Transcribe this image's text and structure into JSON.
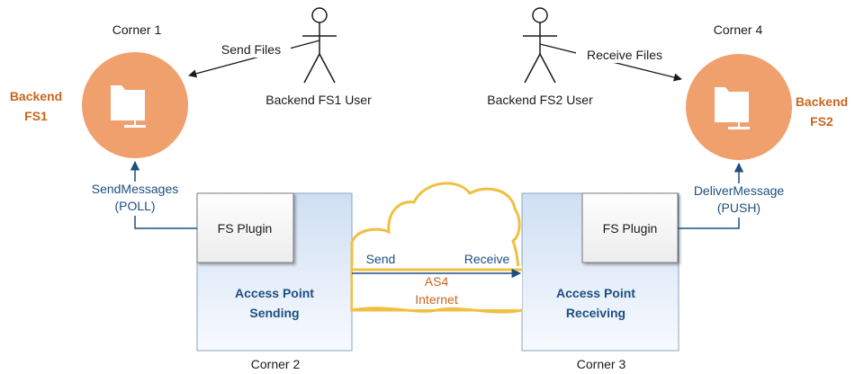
{
  "corners": {
    "c1": "Corner 1",
    "c2": "Corner 2",
    "c3": "Corner 3",
    "c4": "Corner 4"
  },
  "backends": {
    "fs1_line1": "Backend",
    "fs1_line2": "FS1",
    "fs2_line1": "Backend",
    "fs2_line2": "FS2"
  },
  "users": {
    "user1": "Backend FS1 User",
    "user2": "Backend FS2 User"
  },
  "edges": {
    "send_files": "Send Files",
    "receive_files": "Receive Files",
    "send_messages_l1": "SendMessages",
    "send_messages_l2": "(POLL)",
    "deliver_message_l1": "DeliverMessage",
    "deliver_message_l2": "(PUSH)",
    "send": "Send",
    "receive": "Receive",
    "as4": "AS4",
    "internet": "Internet"
  },
  "access_points": {
    "sending_l1": "Access Point",
    "sending_l2": "Sending",
    "receiving_l1": "Access Point",
    "receiving_l2": "Receiving",
    "plugin_left": "FS Plugin",
    "plugin_right": "FS Plugin"
  },
  "colors": {
    "backend_circle": "#f0a06c",
    "backend_label": "#c8671e",
    "ap_label": "#1e4f80",
    "arrow": "#1e4f80",
    "cloud_stroke": "#f0c040",
    "ap_fill": "#dce8f6"
  }
}
